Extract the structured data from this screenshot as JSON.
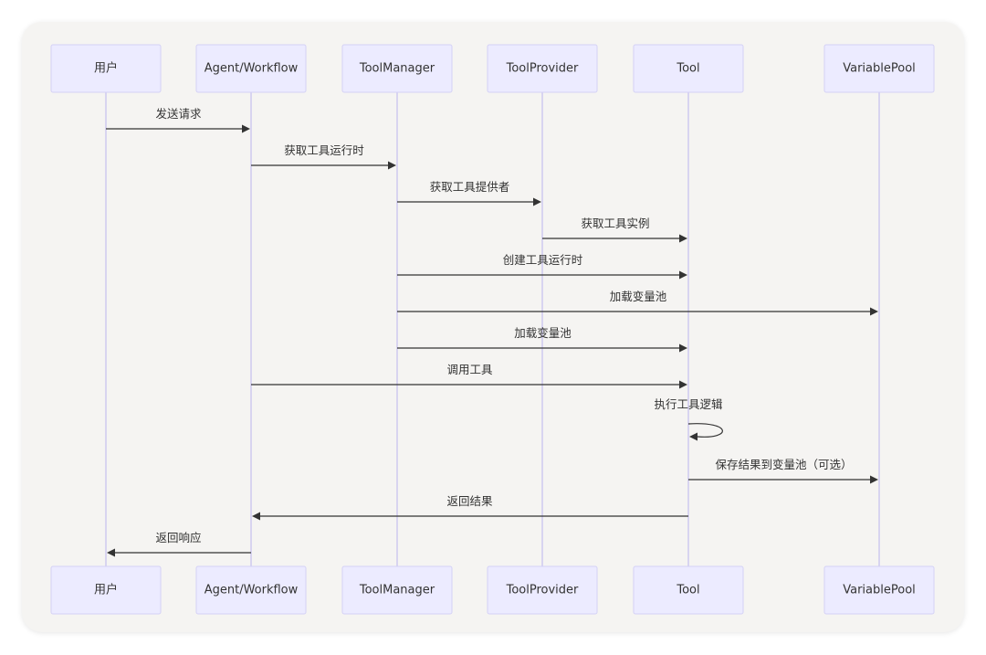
{
  "participants": [
    {
      "id": "user",
      "label": "用户"
    },
    {
      "id": "agent",
      "label": "Agent/Workflow"
    },
    {
      "id": "toolmanager",
      "label": "ToolManager"
    },
    {
      "id": "toolprovider",
      "label": "ToolProvider"
    },
    {
      "id": "tool",
      "label": "Tool"
    },
    {
      "id": "variablepool",
      "label": "VariablePool"
    }
  ],
  "messages": [
    {
      "from": "user",
      "to": "agent",
      "label": "发送请求"
    },
    {
      "from": "agent",
      "to": "toolmanager",
      "label": "获取工具运行时"
    },
    {
      "from": "toolmanager",
      "to": "toolprovider",
      "label": "获取工具提供者"
    },
    {
      "from": "toolprovider",
      "to": "tool",
      "label": "获取工具实例"
    },
    {
      "from": "toolmanager",
      "to": "tool",
      "label": "创建工具运行时"
    },
    {
      "from": "toolmanager",
      "to": "variablepool",
      "label": "加载变量池"
    },
    {
      "from": "toolmanager",
      "to": "tool",
      "label": "加载变量池"
    },
    {
      "from": "agent",
      "to": "tool",
      "label": "调用工具"
    },
    {
      "from": "tool",
      "to": "tool",
      "label": "执行工具逻辑"
    },
    {
      "from": "tool",
      "to": "variablepool",
      "label": "保存结果到变量池（可选）"
    },
    {
      "from": "tool",
      "to": "agent",
      "label": "返回结果"
    },
    {
      "from": "agent",
      "to": "user",
      "label": "返回响应"
    }
  ],
  "colors": {
    "actor_fill": "#ecebff",
    "actor_border": "#d4d1f5",
    "lifeline": "#cfc9f0",
    "arrow": "#333333",
    "text": "#333333",
    "card_background": "#f5f4f2"
  }
}
